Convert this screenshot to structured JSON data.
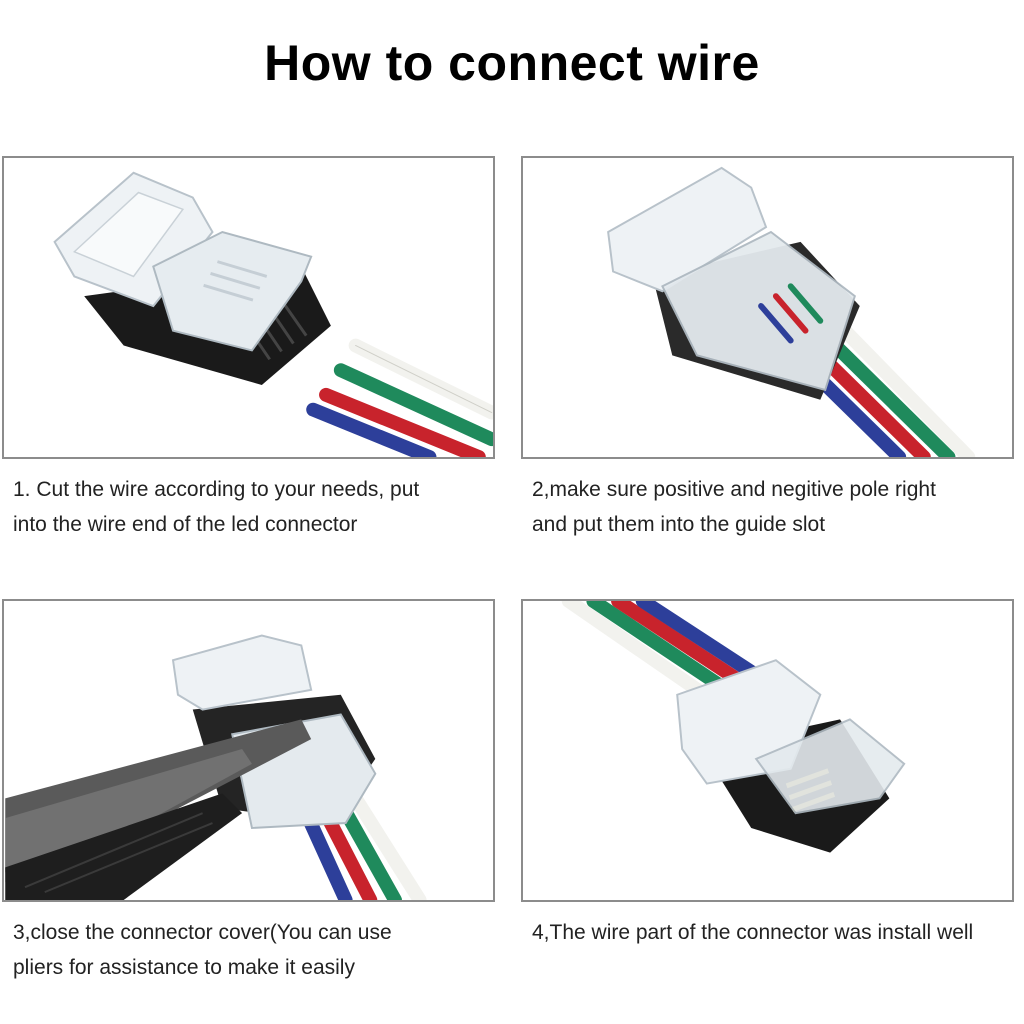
{
  "title": "How to connect wire",
  "steps": [
    {
      "line1": "1. Cut the wire according to your needs, put",
      "line2": "into the wire end of the led connector"
    },
    {
      "line1": "2,make sure positive and negitive pole right",
      "line2": "and put them into the guide slot"
    },
    {
      "line1": "3,close the connector cover(You can use",
      "line2": "pliers for assistance to make it easily"
    },
    {
      "line1": "4,The wire part of the connector was install well",
      "line2": ""
    }
  ],
  "colors": {
    "wire_white": "#f2f2ee",
    "wire_green": "#1f8a5c",
    "wire_red": "#c8232c",
    "wire_blue": "#2d3f9a",
    "connector_black": "#1a1a1a",
    "clear_plastic": "#e9eef2",
    "panel_border": "#8c8c8c"
  }
}
